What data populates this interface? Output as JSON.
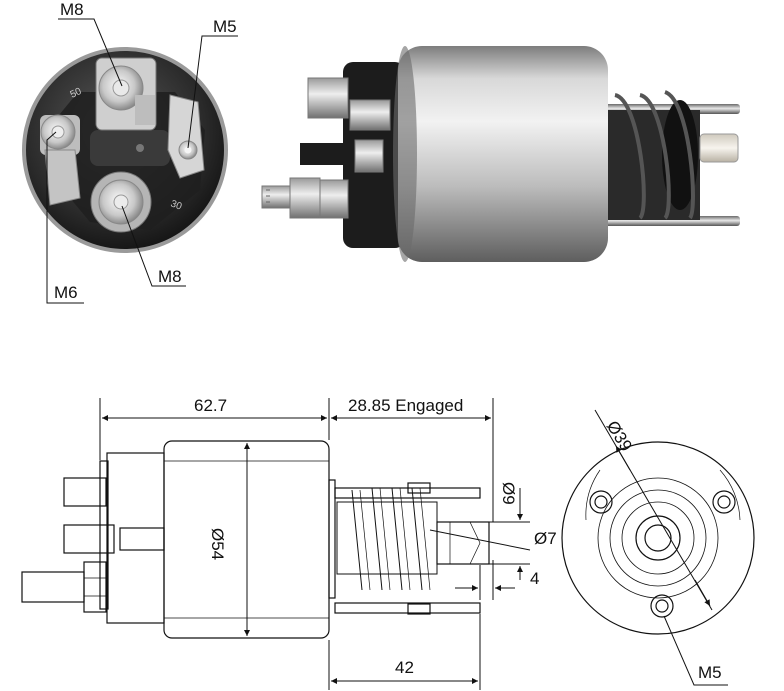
{
  "callouts": {
    "top_m8": "M8",
    "m5": "M5",
    "m6": "M6",
    "bottom_m8": "M8"
  },
  "terminal_marks": {
    "top_left": "50",
    "bottom_right": "30"
  },
  "dimensions": {
    "length": "62.7",
    "engaged": "28.85 Engaged",
    "body_dia": "Ø54",
    "plunger_dia": "Ø7",
    "stud_dia": "Ø9",
    "gap": "4",
    "plunger_len": "42",
    "bolt_circle": "Ø39",
    "mount_thread": "M5"
  },
  "colors": {
    "line": "#111111",
    "metal_light": "#e6e6e6",
    "metal_dark": "#8a8a8a",
    "plastic": "#1e1e1e"
  }
}
